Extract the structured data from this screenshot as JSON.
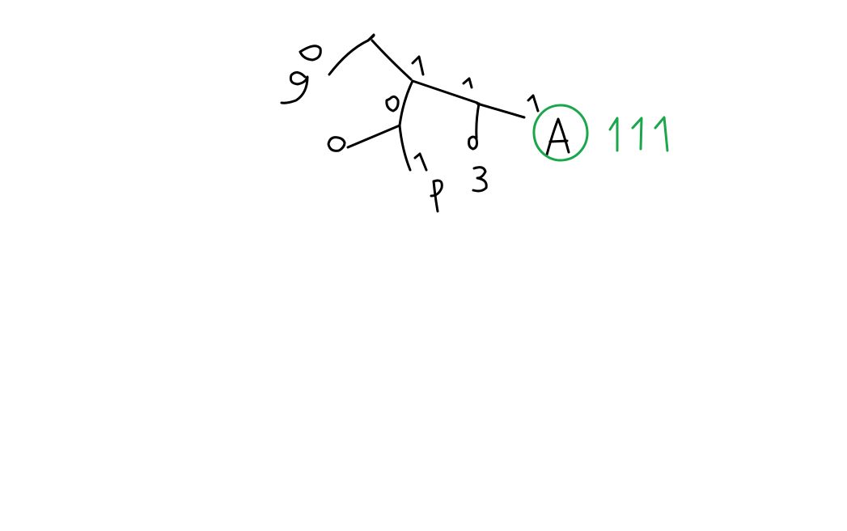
{
  "diagram": {
    "type": "huffman-code-tree-sketch",
    "colors": {
      "background": "#ffffff",
      "ink": "#000000",
      "highlight": "#1aa64a"
    },
    "edge_labels": {
      "root_left": "0",
      "root_right": "1",
      "node1_left": "0",
      "node1_right": "1",
      "node2_left": "0",
      "node2_right": "1",
      "node3_left": "1"
    },
    "leaves": {
      "a": "a",
      "o": "o",
      "p": "p",
      "three": "3",
      "A": "A"
    },
    "highlight": {
      "symbol": "A",
      "code": "111"
    }
  }
}
